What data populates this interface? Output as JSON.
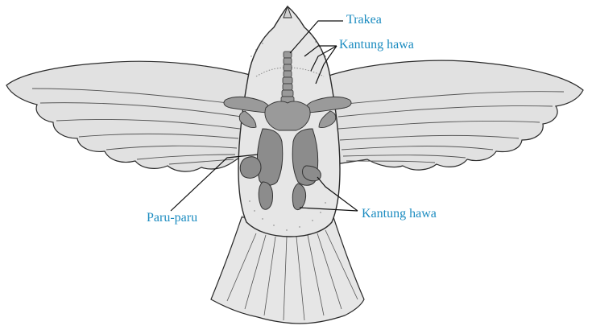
{
  "labels": {
    "trakea": "Trakea",
    "kantung_hawa_top": "Kantung hawa",
    "paru_paru": "Paru-paru",
    "kantung_hawa_bottom": "Kantung hawa"
  },
  "colors": {
    "label_text": "#1a8bc0",
    "body_fill": "#e6e6e6",
    "feather_fill": "#e1e1e1",
    "outline": "#2a2a2a",
    "organ_fill": "#8c8c8c",
    "leader_line": "#111111"
  }
}
